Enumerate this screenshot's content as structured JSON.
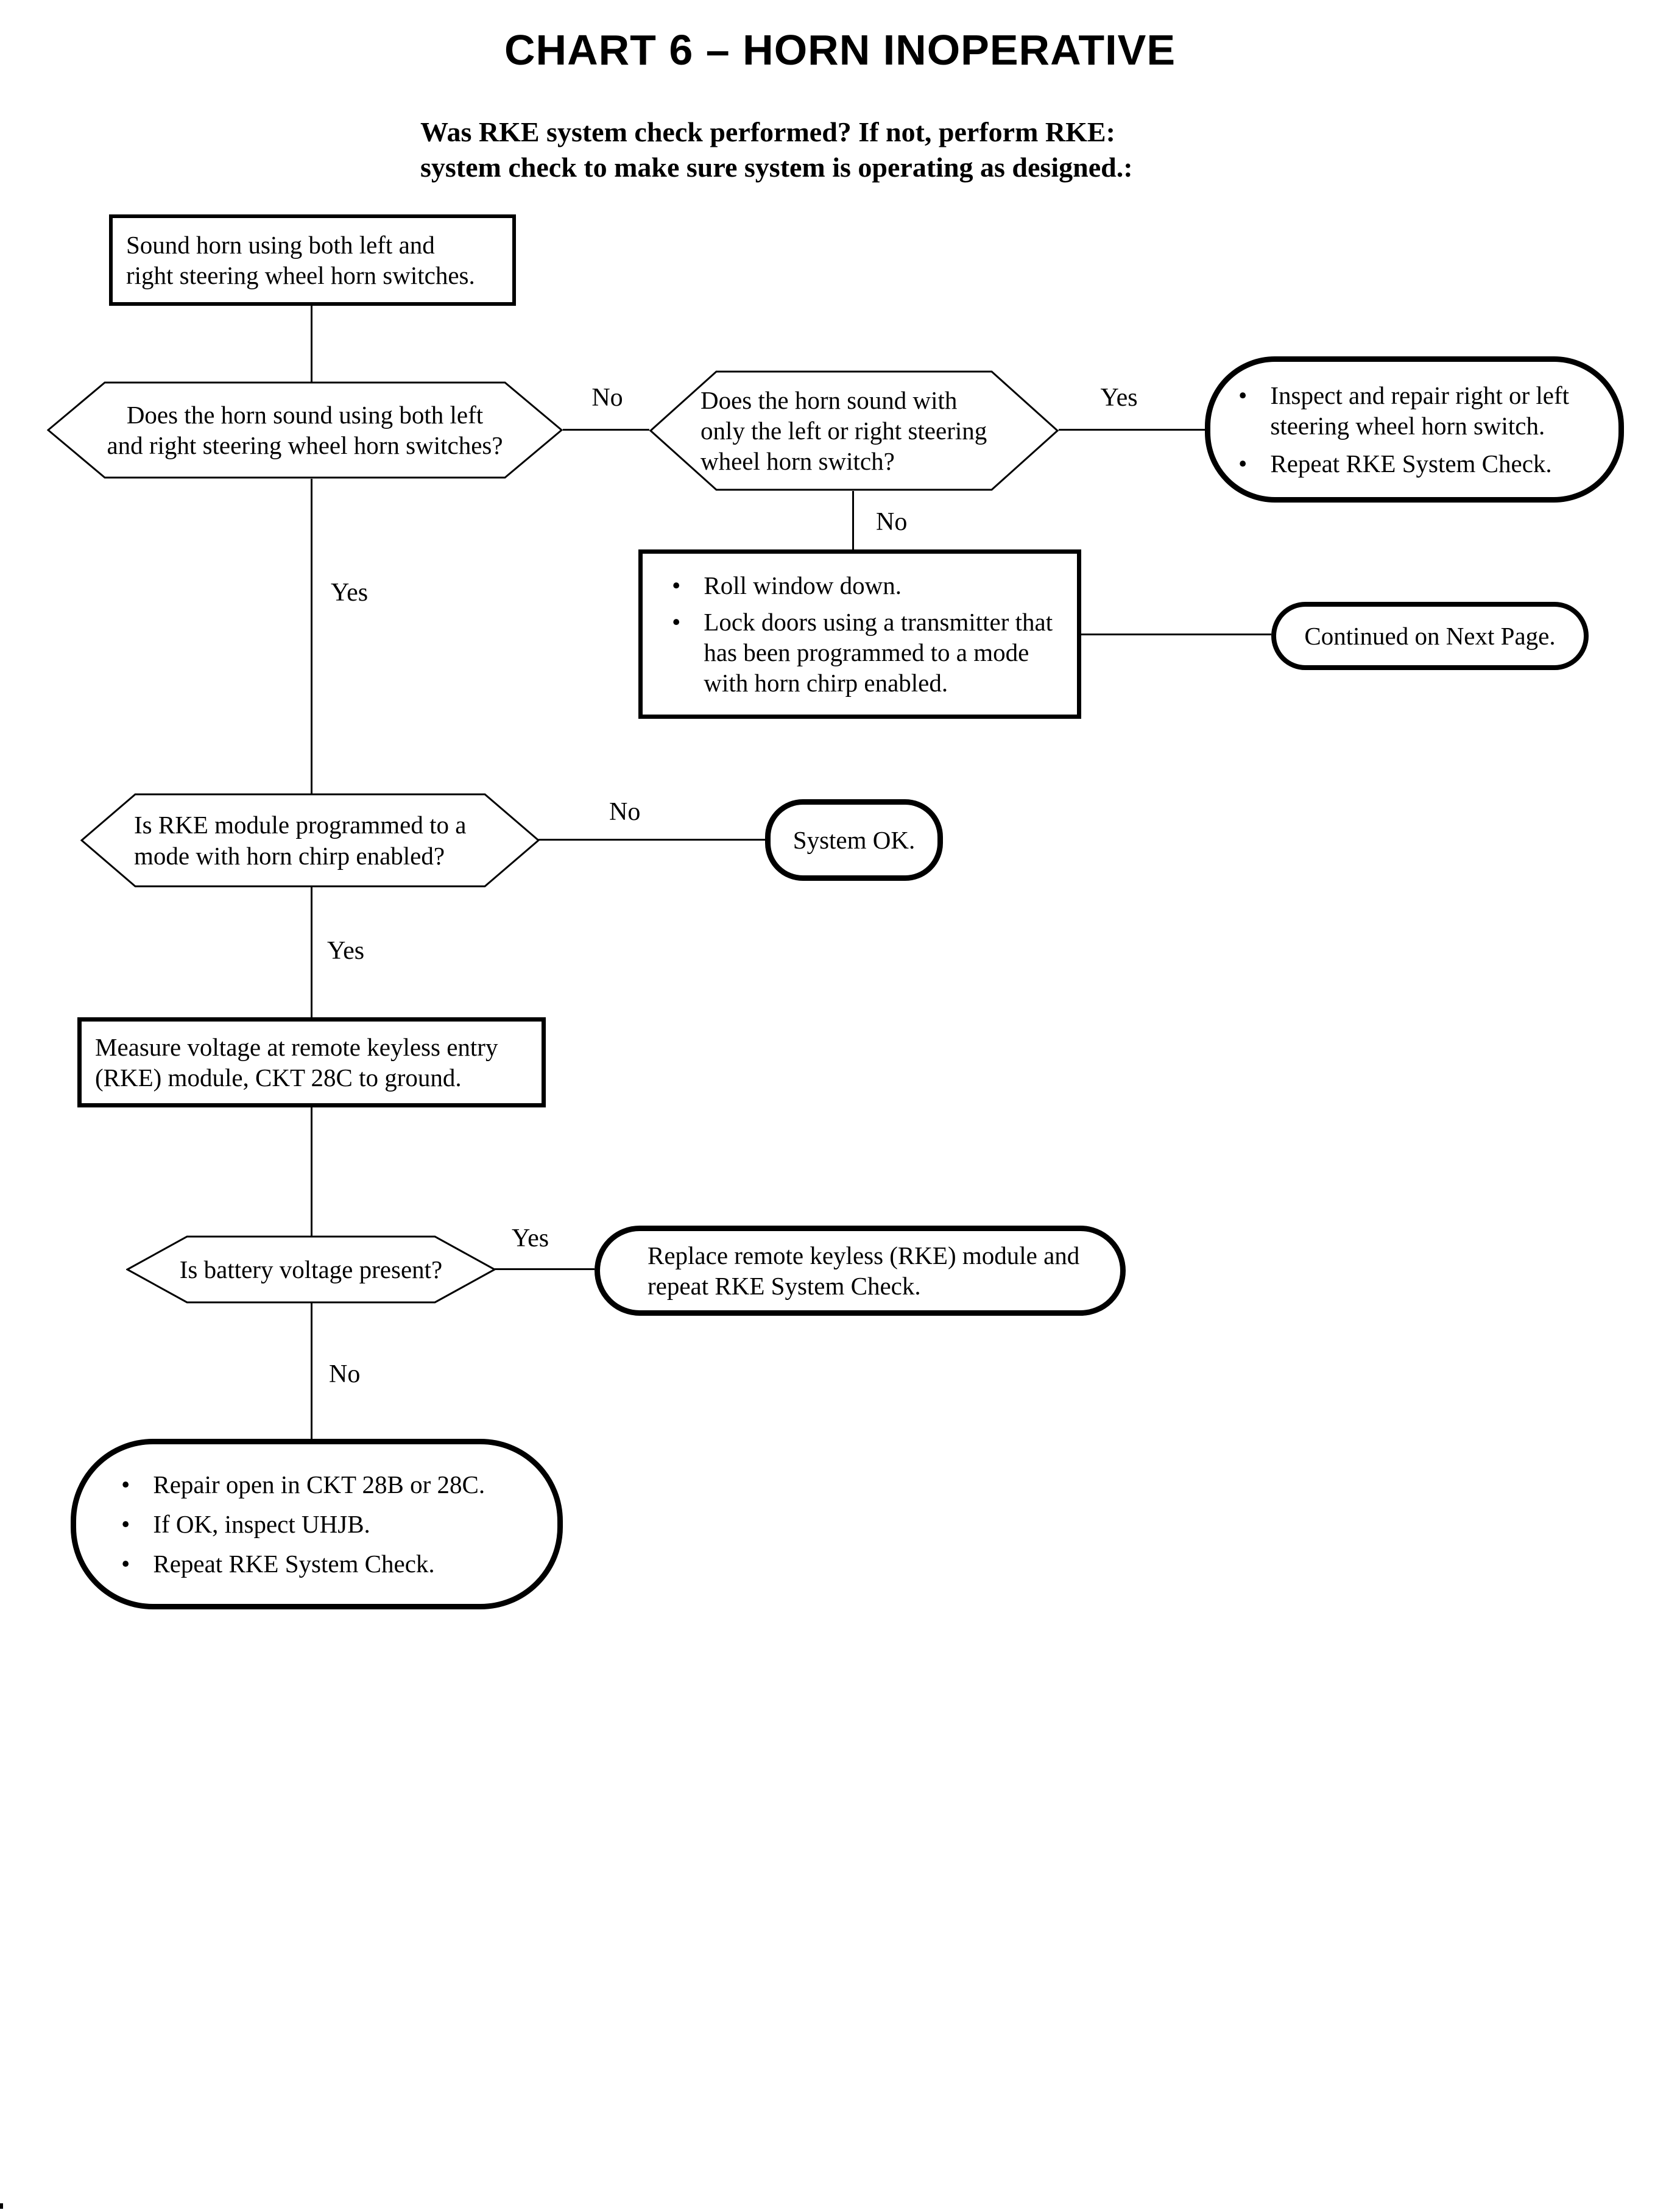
{
  "page": {
    "title": "CHART 6 – HORN INOPERATIVE",
    "subtitle": "Was RKE system check performed?  If not, perform RKE:\nsystem check to make sure system is operating as designed.:"
  },
  "nodes": {
    "sound_horn": {
      "text": "Sound horn using both left and\nright steering wheel horn switches."
    },
    "horn_both": {
      "text": "Does the horn sound using both left\nand right steering wheel horn switches?"
    },
    "horn_one": {
      "text": "Does the horn sound with\nonly the left or right steering\nwheel horn switch?"
    },
    "inspect_repair": {
      "bullets": [
        "Inspect and repair right or left\nsteering wheel horn switch.",
        "Repeat RKE System Check."
      ]
    },
    "roll_window": {
      "bullets": [
        "Roll window down.",
        "Lock doors using a transmitter that\nhas been programmed to a mode\nwith horn chirp enabled."
      ]
    },
    "continued": {
      "text": "Continued on Next Page."
    },
    "rke_mode": {
      "text": "Is RKE module programmed to a\nmode with horn chirp enabled?"
    },
    "system_ok": {
      "text": "System OK."
    },
    "measure_voltage": {
      "text": "Measure voltage at remote keyless entry\n(RKE) module, CKT 28C to ground."
    },
    "battery_voltage": {
      "text": "Is battery voltage present?"
    },
    "replace_module": {
      "text": "Replace remote keyless (RKE) module and\nrepeat RKE System Check."
    },
    "repair_open": {
      "bullets": [
        "Repair open in CKT 28B or 28C.",
        "If OK, inspect UHJB.",
        "Repeat RKE System Check."
      ]
    }
  },
  "edge_labels": {
    "horn_both_no": "No",
    "horn_one_yes": "Yes",
    "horn_one_no": "No",
    "horn_both_yes": "Yes",
    "rke_mode_no": "No",
    "rke_mode_yes": "Yes",
    "battery_yes": "Yes",
    "battery_no": "No"
  },
  "bullet_glyph": "•",
  "colors": {
    "ink": "#000000",
    "paper": "#ffffff"
  }
}
